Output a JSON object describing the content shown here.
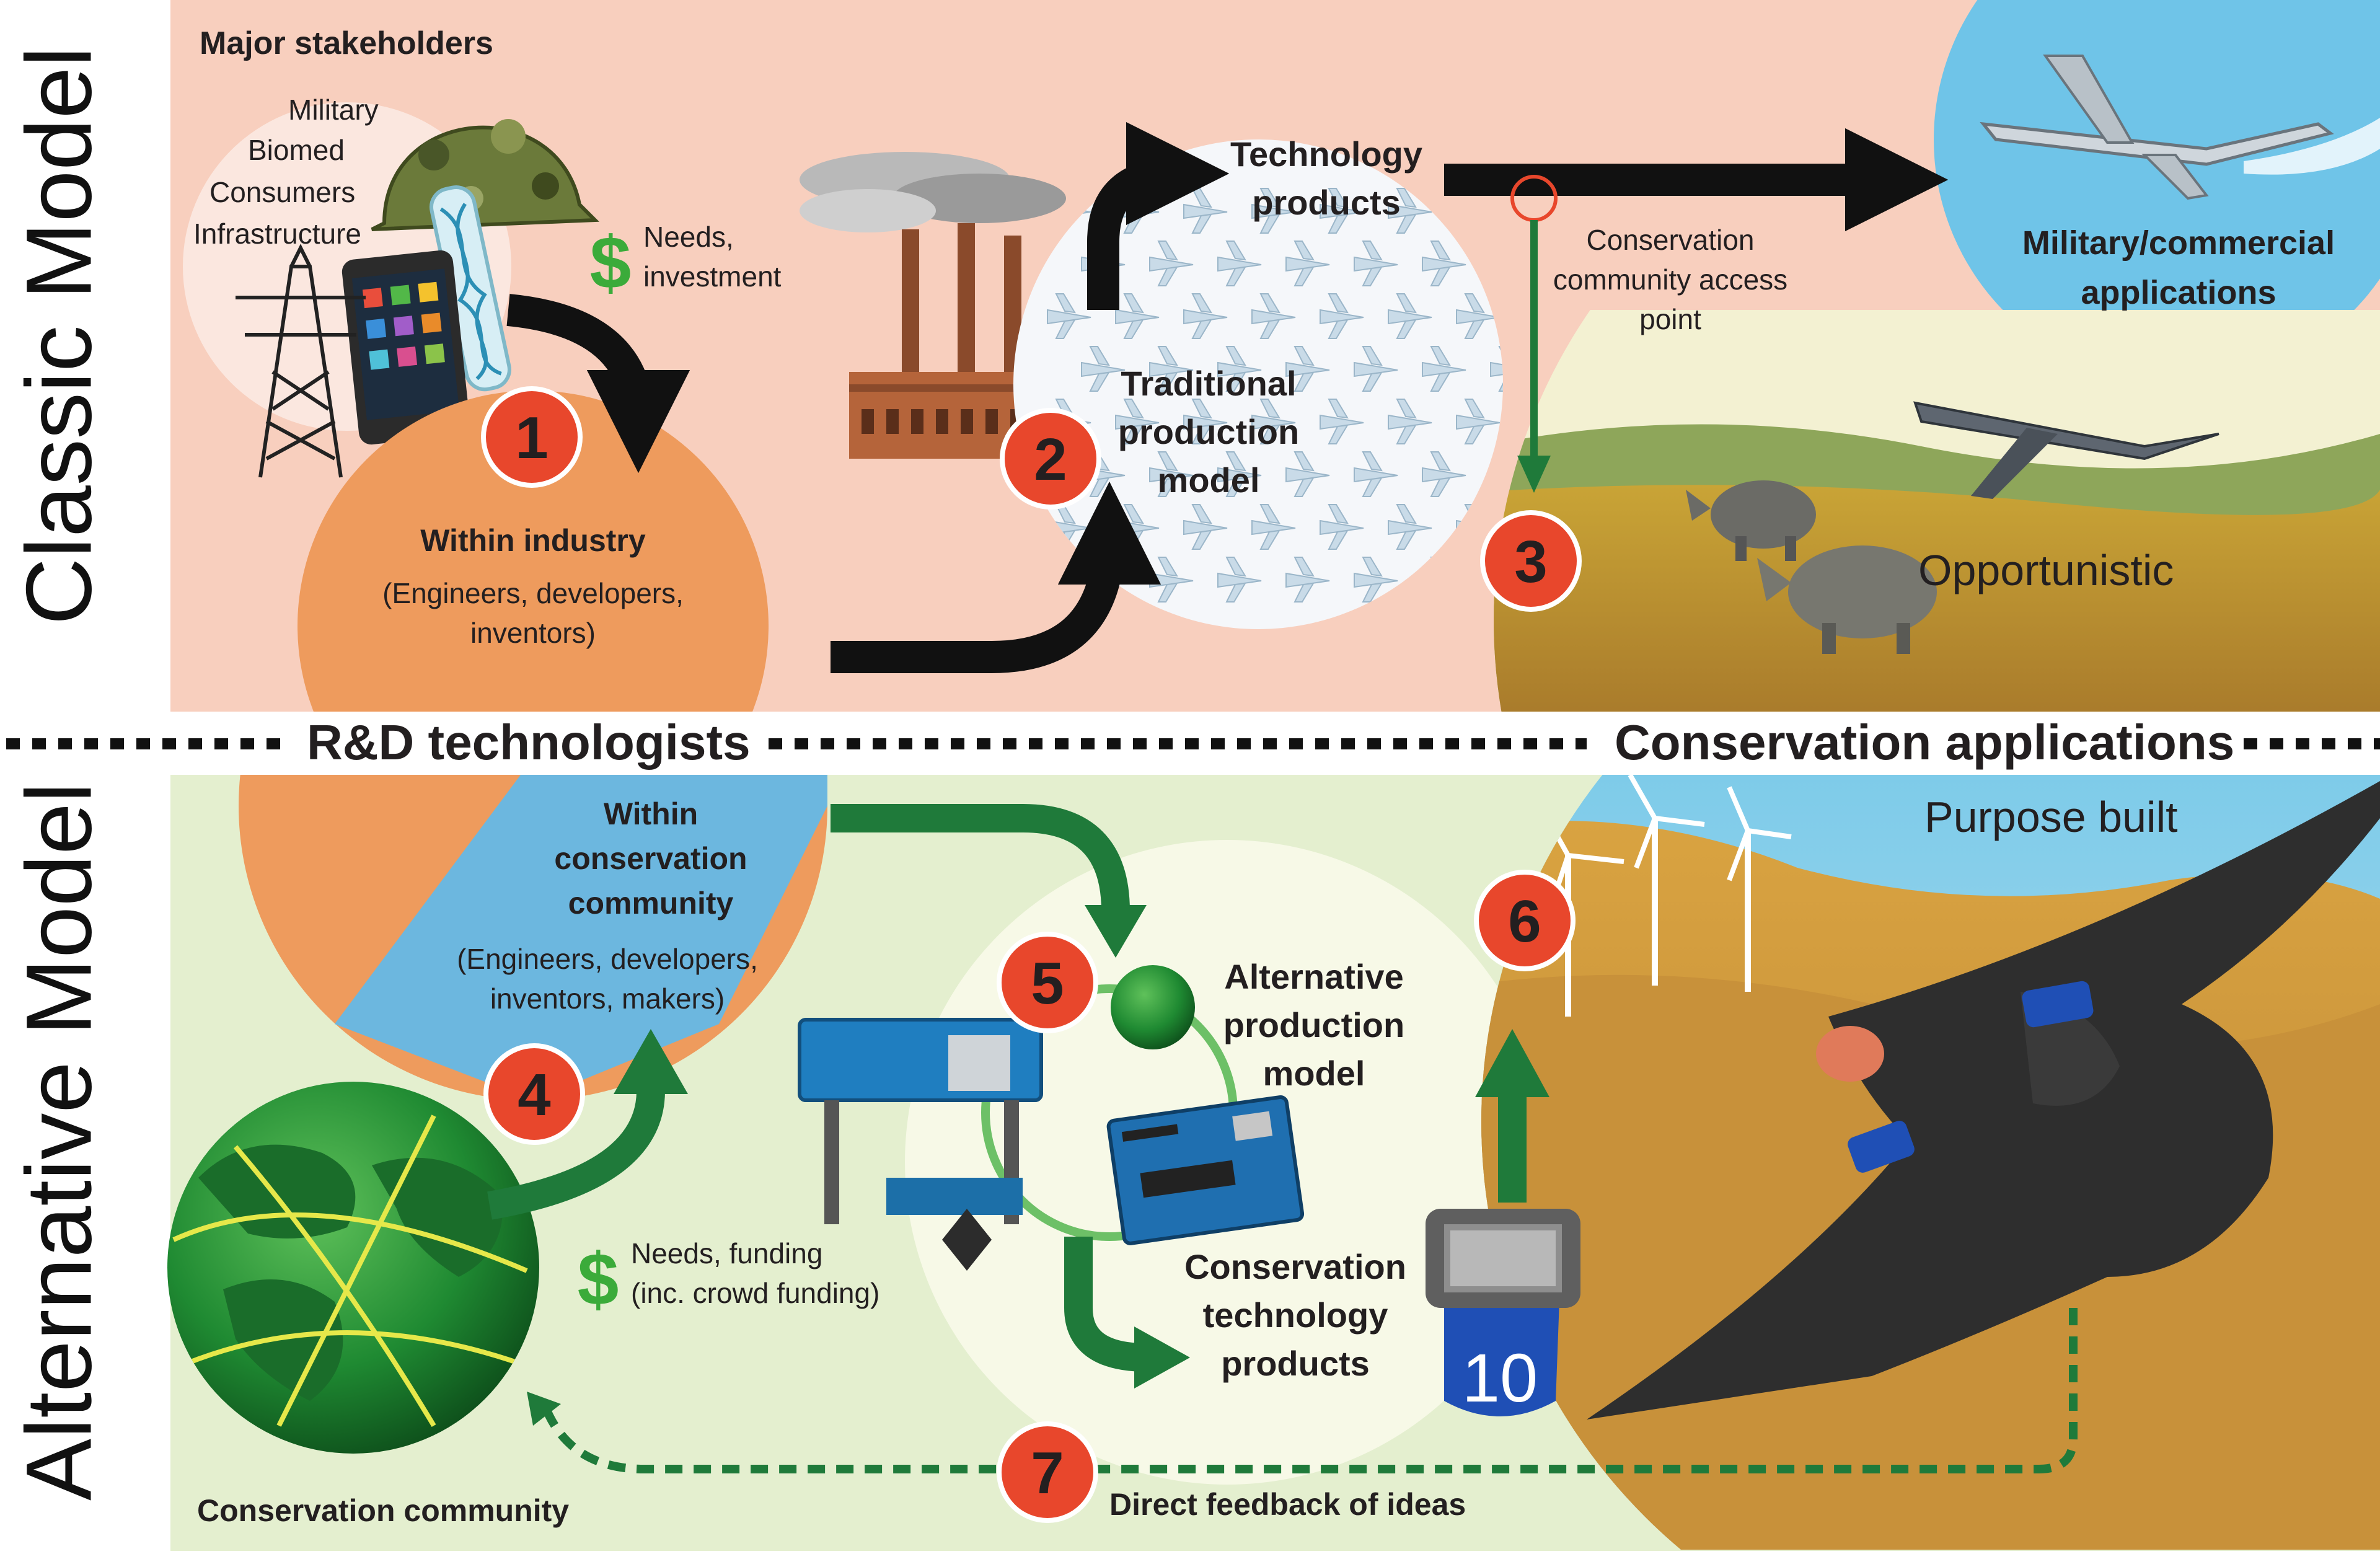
{
  "side_labels": {
    "classic": "Classic Model",
    "alternative": "Alternative Model"
  },
  "divider": {
    "left": "R&D technologists",
    "right": "Conservation applications"
  },
  "classic": {
    "stakeholders_title": "Major stakeholders",
    "stakeholders": [
      "Military",
      "Biomed",
      "Consumers",
      "Infrastructure"
    ],
    "needs": [
      "Needs,",
      "investment"
    ],
    "industry_title": "Within industry",
    "industry_sub": [
      "(Engineers, developers,",
      "inventors)"
    ],
    "tech_products": [
      "Technology",
      "products"
    ],
    "traditional": [
      "Traditional",
      "production",
      "model"
    ],
    "access_point": [
      "Conservation",
      "community access",
      "point"
    ],
    "military_apps": [
      "Military/commercial",
      "applications"
    ],
    "opportunistic": "Opportunistic"
  },
  "alternative": {
    "conservation_title": [
      "Within",
      "conservation",
      "community"
    ],
    "conservation_sub": [
      "(Engineers, developers,",
      "inventors, makers)"
    ],
    "alt_production": [
      "Alternative",
      "production",
      "model"
    ],
    "cons_tech": [
      "Conservation",
      "technology",
      "products"
    ],
    "needs_funding": [
      "Needs, funding",
      "(inc. crowd funding)"
    ],
    "purpose_built": "Purpose built",
    "community": "Conservation community",
    "feedback": "Direct feedback of ideas",
    "tag_number": "10"
  },
  "badges": [
    "1",
    "2",
    "3",
    "4",
    "5",
    "6",
    "7"
  ],
  "icons": [
    "helmet-icon",
    "dna-vial-icon",
    "phone-icon",
    "power-pylon-icon",
    "dollar-icon",
    "factory-icon",
    "drone-icon",
    "rhino-icon",
    "globe-icon",
    "printer-3d-icon",
    "circuit-board-icon",
    "wind-turbine-icon",
    "condor-icon",
    "gps-tag-icon"
  ],
  "colors": {
    "classic_bg": "#f8cfbe",
    "alt_bg": "#e4efcf",
    "industry_orange": "#ee9b5d",
    "conservation_blue": "#6cb7df",
    "badge_red": "#e8472c",
    "arrow_green": "#1f7a3a",
    "sky_blue": "#6fc4e8"
  }
}
